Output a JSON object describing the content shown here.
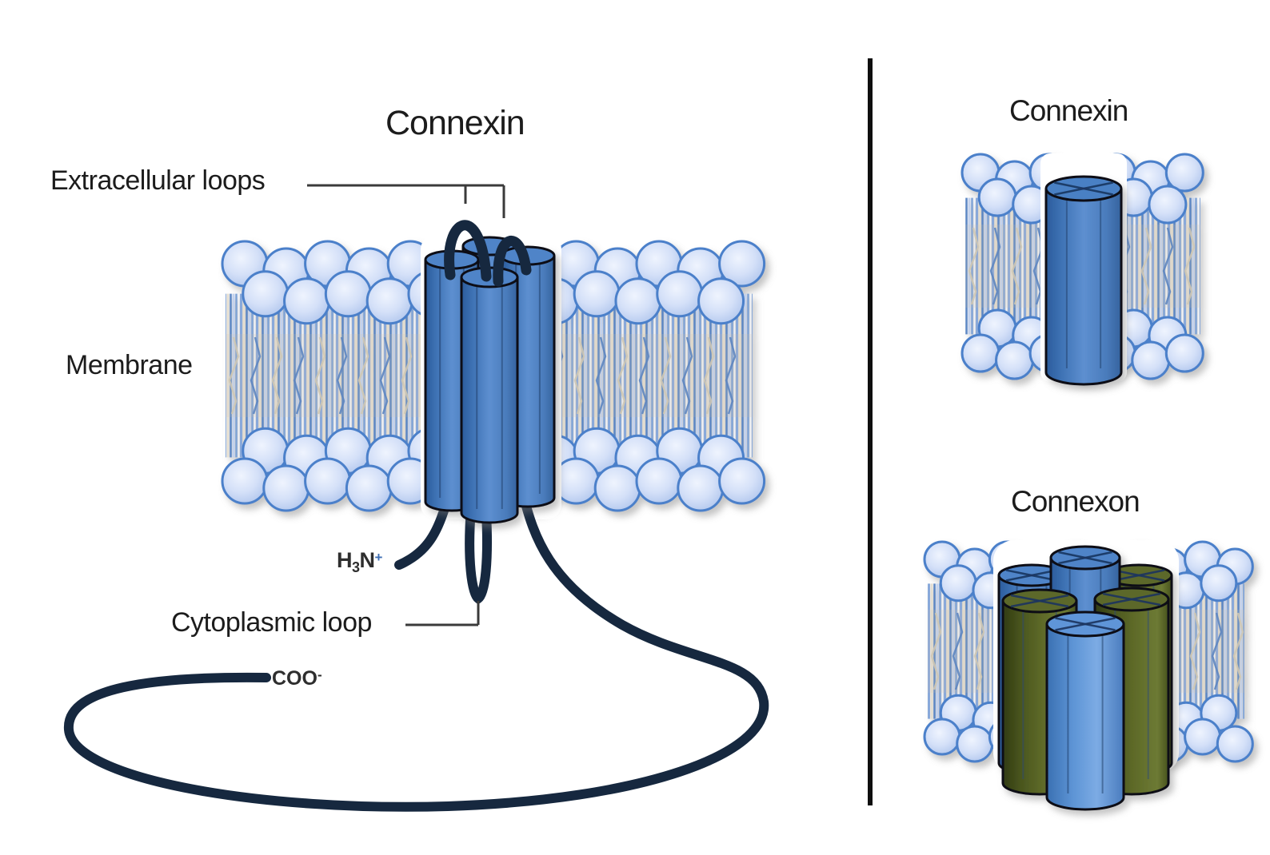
{
  "left_panel": {
    "title": "Connexin",
    "labels": {
      "extracellular_loops": "Extracellular loops",
      "membrane": "Membrane",
      "n_terminus": {
        "h": "H",
        "sub": "3",
        "n": "N",
        "sup": "+"
      },
      "cytoplasmic_loop": "Cytoplasmic loop",
      "c_terminus": {
        "text": "COO",
        "sup": "-"
      }
    }
  },
  "right_panel": {
    "figures": [
      {
        "title": "Connexin"
      },
      {
        "title": "Connexon"
      }
    ]
  },
  "colors": {
    "cylinder_blue": "#3e72b4",
    "cylinder_blue_light": "#5e95d6",
    "cylinder_olive": "#5f6b29",
    "strand_navy": "#16283f",
    "lipid_head_fill": "#d4e0f8",
    "lipid_head_border": "#4b80ca",
    "label_text": "#1c1c1c",
    "divider_black": "#0e0e0e",
    "background": "#ffffff"
  }
}
